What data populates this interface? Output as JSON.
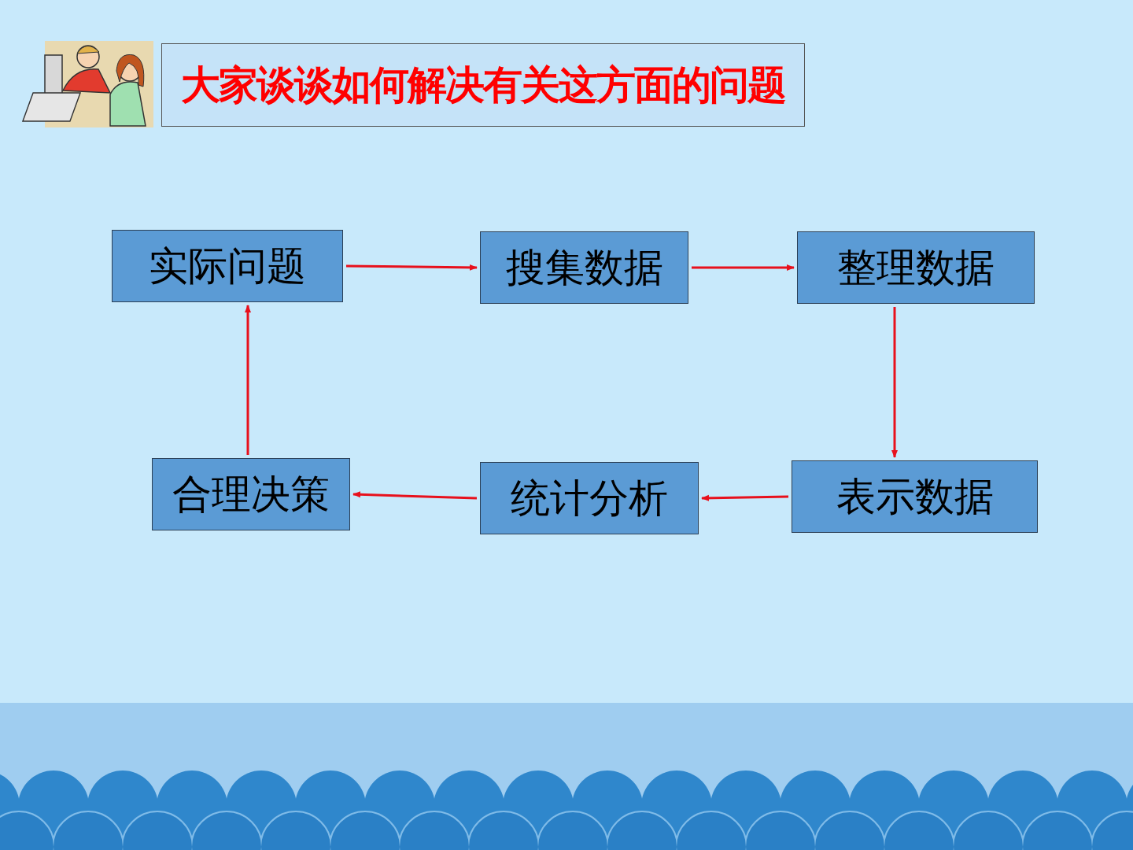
{
  "diagram": {
    "title": "大家谈谈如何解决有关这方面的问题",
    "nodes": [
      {
        "text": [
          "实际问题"
        ]
      },
      {
        "text": [
          "搜集数据"
        ]
      },
      {
        "text": [
          "整理数据"
        ]
      },
      {
        "text": [
          "表示数据"
        ]
      },
      {
        "text": [
          "统计分析"
        ]
      },
      {
        "text": [
          "合理决策"
        ]
      }
    ],
    "edges": [
      {
        "from": 0,
        "to": 1,
        "arrow": "to"
      },
      {
        "from": 1,
        "to": 2,
        "arrow": "to"
      },
      {
        "from": 2,
        "to": 3,
        "arrow": "to"
      },
      {
        "from": 3,
        "to": 4,
        "arrow": "to"
      },
      {
        "from": 4,
        "to": 5,
        "arrow": "to"
      },
      {
        "from": 5,
        "to": 0,
        "arrow": "to"
      }
    ]
  }
}
